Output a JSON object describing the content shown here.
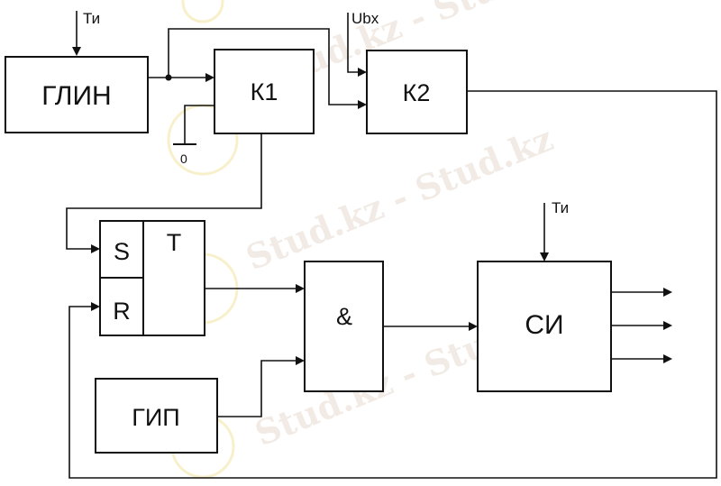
{
  "watermark": "Stud.kz - Stud.kz",
  "blocks": {
    "glin": "ГЛИН",
    "k1": "К1",
    "k2": "К2",
    "trigger_s": "S",
    "trigger_t": "T",
    "trigger_r": "R",
    "and_gate": "&",
    "gip": "ГИП",
    "si": "СИ"
  },
  "signals": {
    "ti_top": "Ти",
    "ti_si": "Ти",
    "ubx": "Ubx",
    "zero": "0"
  },
  "colors": {
    "stroke": "#111111",
    "watermark": "#e8dcd0"
  }
}
